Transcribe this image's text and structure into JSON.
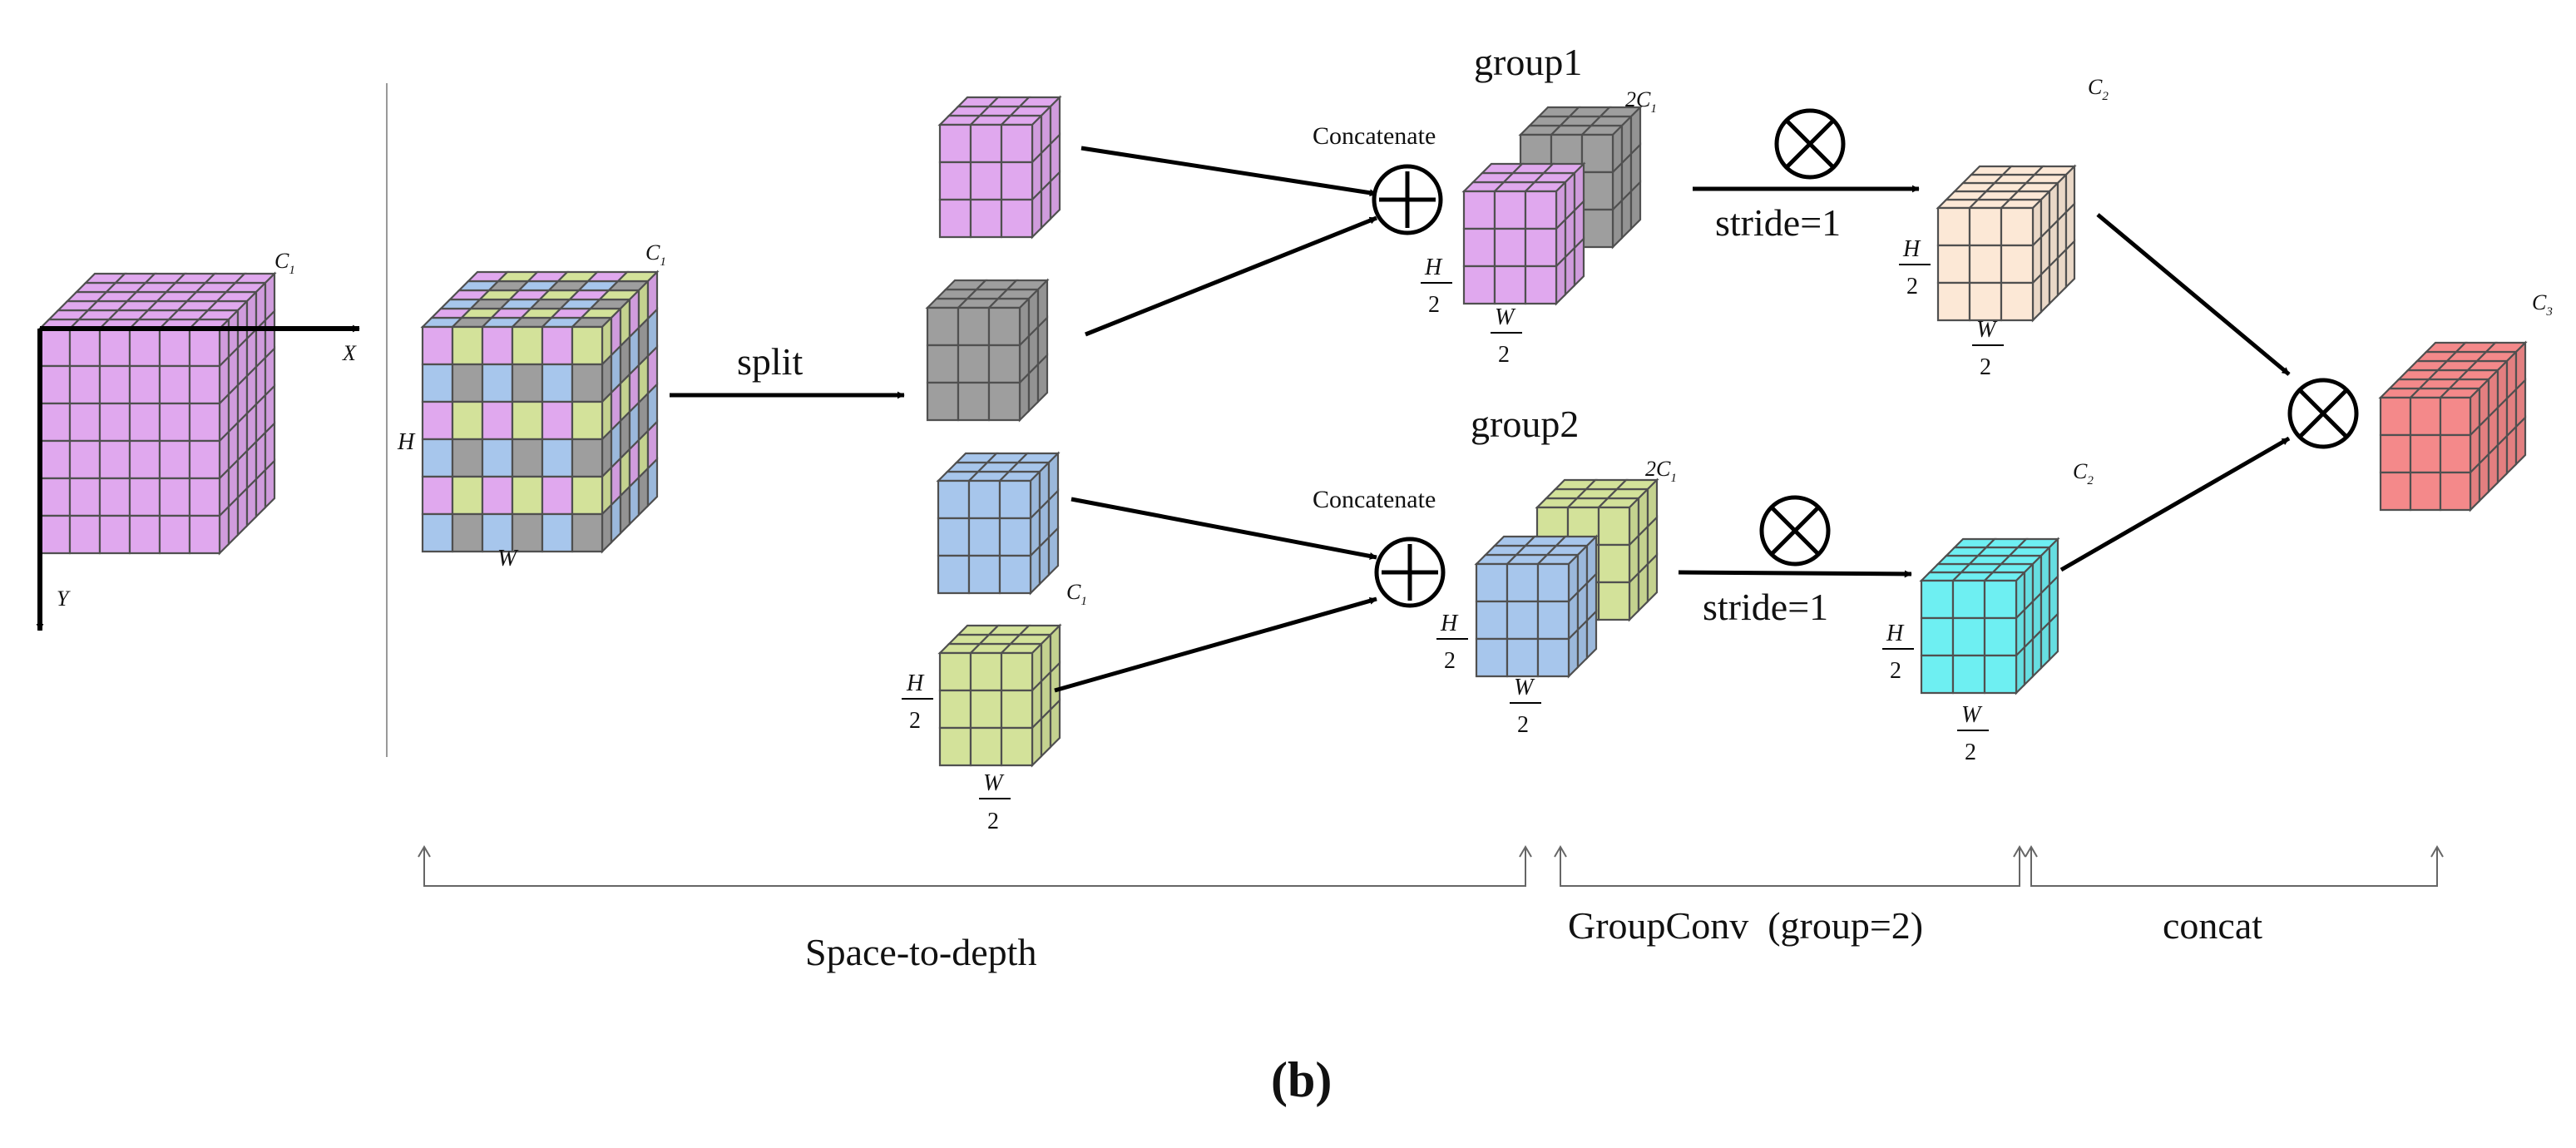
{
  "axes": {
    "x": "X",
    "y": "Y"
  },
  "input_cube": {
    "channel": "C",
    "sub": "1"
  },
  "s2d_cube": {
    "channel": "C",
    "sub": "1",
    "height": "H",
    "width": "W"
  },
  "split_label": "split",
  "small_cube": {
    "channel": "C",
    "sub": "1",
    "h_num": "H",
    "h_den": "2",
    "w_num": "W",
    "w_den": "2"
  },
  "group1": {
    "title": "group1",
    "concat": "Concatenate",
    "channel": "2C",
    "sub": "1",
    "h_num": "H",
    "h_den": "2",
    "w_num": "W",
    "w_den": "2"
  },
  "group2": {
    "title": "group2",
    "concat": "Concatenate",
    "channel": "2C",
    "sub": "1",
    "h_num": "H",
    "h_den": "2",
    "w_num": "W",
    "w_den": "2"
  },
  "conv1": {
    "stride": "stride=1",
    "channel": "C",
    "sub": "2",
    "h_num": "H",
    "h_den": "2",
    "w_num": "W",
    "w_den": "2"
  },
  "conv2": {
    "stride": "stride=1",
    "channel": "C",
    "sub": "2",
    "h_num": "H",
    "h_den": "2",
    "w_num": "W",
    "w_den": "2"
  },
  "output_cube": {
    "channel": "C",
    "sub": "3"
  },
  "brackets": {
    "space_to_depth": "Space-to-depth",
    "groupconv": "GroupConv  (group=2)",
    "concat": "concat"
  },
  "caption": "(b)",
  "colors": {
    "purple": "#E0A8EE",
    "gray": "#9E9E9E",
    "blue": "#A7C6EC",
    "green": "#D3E29A",
    "peach": "#FCE8D6",
    "cyan": "#6EEFF2",
    "red": "#F4898A",
    "grid": "#505050"
  }
}
